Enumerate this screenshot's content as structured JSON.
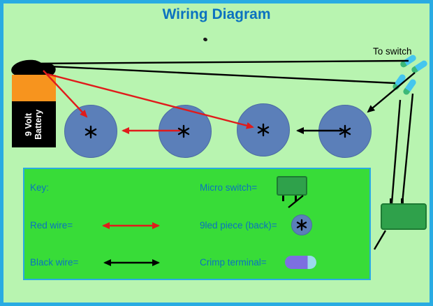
{
  "title": "Wiring Diagram",
  "annotations": {
    "to_switch": "To switch"
  },
  "battery": {
    "label_line1": "9 Volt",
    "label_line2": "Battery"
  },
  "key": {
    "heading": "Key:",
    "red_wire_label": "Red wire=",
    "black_wire_label": "Black wire=",
    "micro_switch_label": "Micro switch=",
    "led_label": "9led piece (back)=",
    "crimp_label": "Crimp terminal="
  },
  "colors": {
    "background": "#b8f4b0",
    "frame_border": "#29abe2",
    "title_text": "#0b72c0",
    "key_text": "#0b72c0",
    "key_background": "#38dc38",
    "key_border": "#29abe2",
    "led_circle": "#5b7fb9",
    "led_circle_edge": "#4b6ba3",
    "red_wire": "#e01b1b",
    "black_wire": "#000000",
    "battery_orange": "#f7941e",
    "battery_black": "#000000",
    "switch_green": "#2fa14b",
    "switch_border": "#1d7a33",
    "crimp_body_blue": "#45c6ee",
    "crimp_tip_green": "#3cb878",
    "key_crimp_body": "#7d6fe0",
    "key_crimp_tip": "#9bd9ec"
  }
}
